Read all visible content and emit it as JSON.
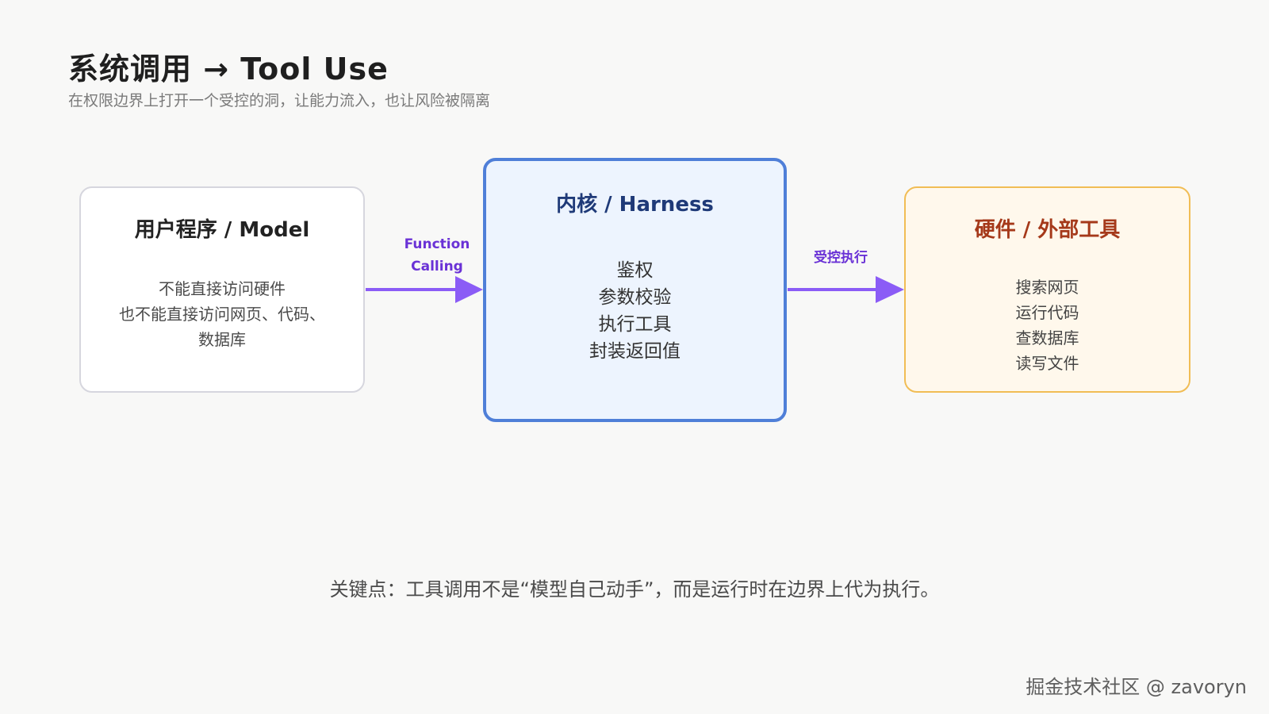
{
  "header": {
    "title": "系统调用 → Tool Use",
    "subtitle": "在权限边界上打开一个受控的洞，让能力流入，也让风险被隔离"
  },
  "nodes": {
    "model": {
      "title": "用户程序 / Model",
      "lines": [
        "不能直接访问硬件",
        "也不能直接访问网页、代码、数据库"
      ]
    },
    "harness": {
      "title": "内核 / Harness",
      "lines": [
        "鉴权",
        "参数校验",
        "执行工具",
        "封装返回值"
      ]
    },
    "tools": {
      "title": "硬件 / 外部工具",
      "lines": [
        "搜索网页",
        "运行代码",
        "查数据库",
        "读写文件"
      ]
    }
  },
  "edges": {
    "model_to_harness": {
      "label": "Function Calling"
    },
    "harness_to_tools": {
      "label": "受控执行"
    }
  },
  "colors": {
    "arrow": "#8b5cf6",
    "harness_border": "#4f7fd8",
    "tools_border": "#f1bd55",
    "model_border": "#d6d6de"
  },
  "footer": {
    "keypoint": "关键点：工具调用不是“模型自己动手”，而是运行时在边界上代为执行。",
    "watermark": "掘金技术社区 @ zavoryn"
  }
}
